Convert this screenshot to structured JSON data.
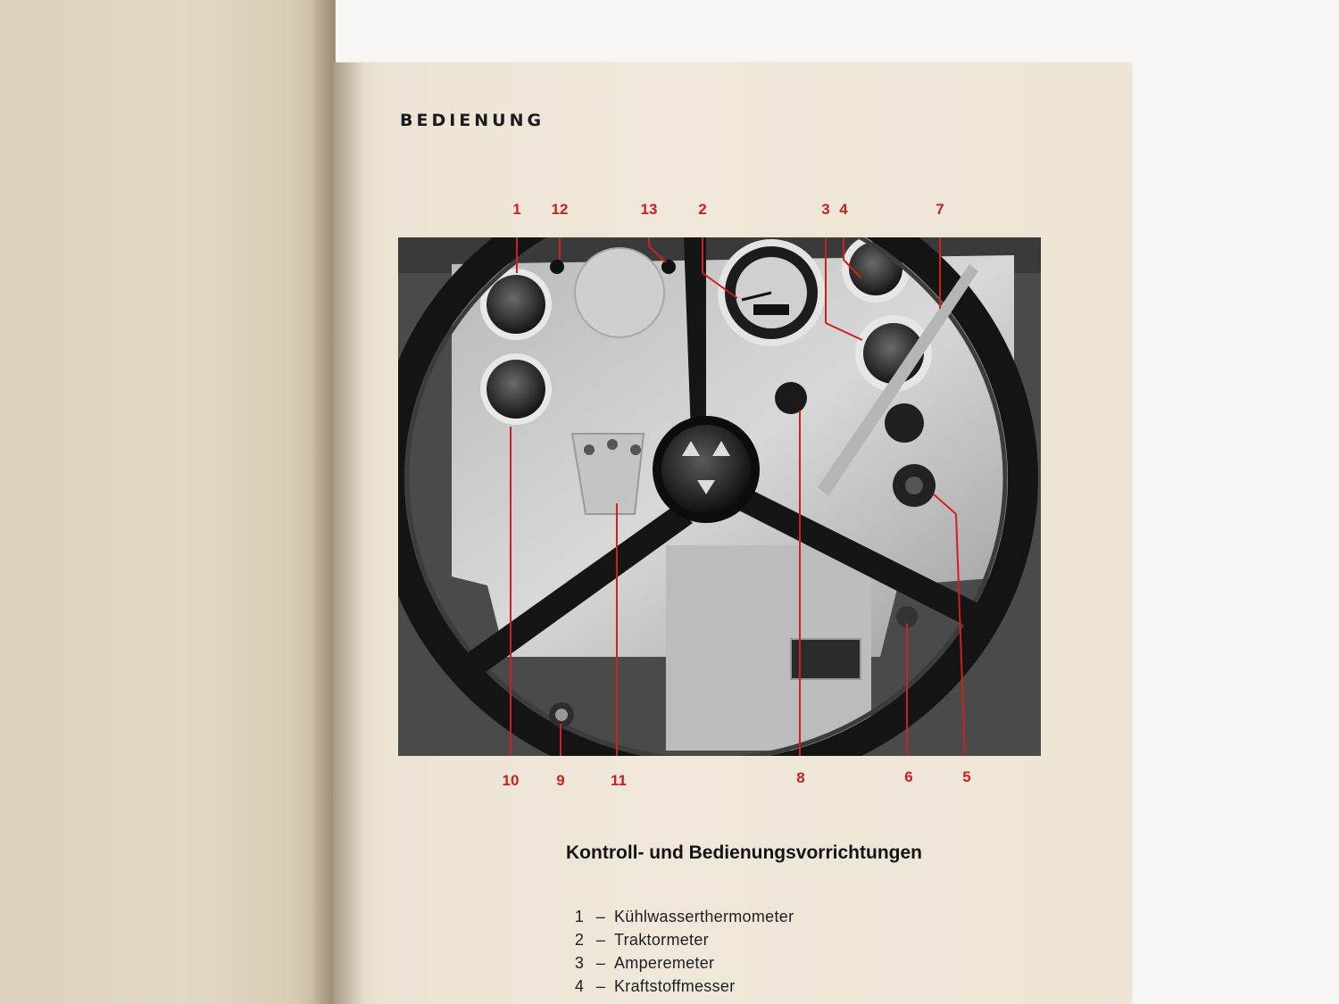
{
  "page": {
    "heading": "BEDIENUNG",
    "caption_title": "Kontroll- und Bedienungsvorrichtungen"
  },
  "photo": {
    "description_icon": "tractor-dashboard-photo",
    "accent_color": "#cc1f1f",
    "top_labels": [
      "1",
      "12",
      "13",
      "2",
      "3",
      "4",
      "7"
    ],
    "bottom_labels": [
      "10",
      "9",
      "11",
      "8",
      "6",
      "5"
    ]
  },
  "legend": {
    "separator": "–",
    "items": [
      {
        "number": "1",
        "label": "Kühlwasserthermometer"
      },
      {
        "number": "2",
        "label": "Traktormeter"
      },
      {
        "number": "3",
        "label": "Amperemeter"
      },
      {
        "number": "4",
        "label": "Kraftstoffmesser"
      }
    ]
  }
}
